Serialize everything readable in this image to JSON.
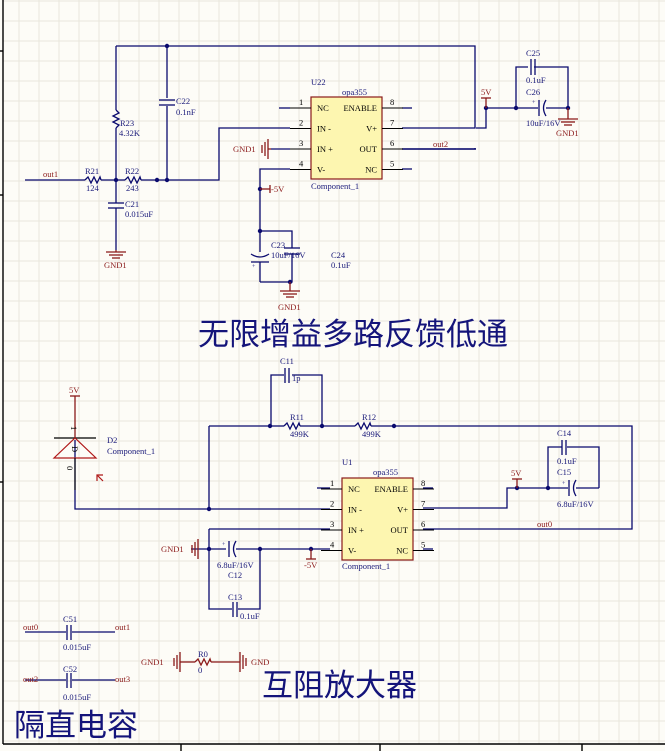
{
  "app": {
    "type": "schematic-editor"
  },
  "colors": {
    "wire": "#0a0a6e",
    "power_net": "#8b1a1a",
    "chip_fill": "#fdf6b0",
    "chip_border": "#8b1a1a",
    "background": "#fdfcf7",
    "title_text": "#14147a"
  },
  "sections": {
    "mfb_lowpass_title": "无限增益多路反馈低通",
    "transimpedance_title": "互阻放大器",
    "dc_block_title": "隔直电容"
  },
  "u22": {
    "designator": "U22",
    "part": "opa355",
    "comment": "Component_1",
    "pins_left": [
      {
        "num": "1",
        "name": "NC"
      },
      {
        "num": "2",
        "name": "IN -"
      },
      {
        "num": "3",
        "name": "IN +"
      },
      {
        "num": "4",
        "name": "V-"
      }
    ],
    "pins_right": [
      {
        "num": "8",
        "name": "ENABLE"
      },
      {
        "num": "7",
        "name": "V+"
      },
      {
        "num": "6",
        "name": "OUT"
      },
      {
        "num": "5",
        "name": "NC"
      }
    ]
  },
  "u1": {
    "designator": "U1",
    "part": "opa355",
    "comment": "Component_1",
    "pins_left": [
      {
        "num": "1",
        "name": "NC"
      },
      {
        "num": "2",
        "name": "IN -"
      },
      {
        "num": "3",
        "name": "IN +"
      },
      {
        "num": "4",
        "name": "V-"
      }
    ],
    "pins_right": [
      {
        "num": "8",
        "name": "ENABLE"
      },
      {
        "num": "7",
        "name": "V+"
      },
      {
        "num": "6",
        "name": "OUT"
      },
      {
        "num": "5",
        "name": "NC"
      }
    ]
  },
  "components": {
    "R21": {
      "ref": "R21",
      "value": "124"
    },
    "R22": {
      "ref": "R22",
      "value": "243"
    },
    "R23": {
      "ref": "R23",
      "value": "4.32K"
    },
    "C21": {
      "ref": "C21",
      "value": "0.015uF"
    },
    "C22": {
      "ref": "C22",
      "value": "0.1nF"
    },
    "C23": {
      "ref": "C23",
      "value": "10uF/16V"
    },
    "C24": {
      "ref": "C24",
      "value": "0.1uF"
    },
    "C25": {
      "ref": "C25",
      "value": "0.1uF"
    },
    "C26": {
      "ref": "C26",
      "value": "10uF/16V"
    },
    "C11": {
      "ref": "C11",
      "value": "1p"
    },
    "R11": {
      "ref": "R11",
      "value": "499K"
    },
    "R12": {
      "ref": "R12",
      "value": "499K"
    },
    "C14": {
      "ref": "C14",
      "value": "0.1uF"
    },
    "C15": {
      "ref": "C15",
      "value": "6.8uF/16V"
    },
    "C12": {
      "ref": "C12",
      "value": "6.8uF/16V"
    },
    "C13": {
      "ref": "C13",
      "value": "0.1uF"
    },
    "D2": {
      "ref": "D2",
      "value": "Component_1",
      "pin1": "1",
      "pin0": "0",
      "body": "D"
    },
    "C51": {
      "ref": "C51",
      "value": "0.015uF"
    },
    "C52": {
      "ref": "C52",
      "value": "0.015uF"
    },
    "R0": {
      "ref": "R0",
      "value": "0"
    }
  },
  "nets": {
    "out0": "out0",
    "out1": "out1",
    "out2": "out2",
    "out3": "out3",
    "gnd1": "GND1",
    "gnd": "GND",
    "p5v": "5V",
    "n5v": "-5V",
    "plus": "+"
  }
}
